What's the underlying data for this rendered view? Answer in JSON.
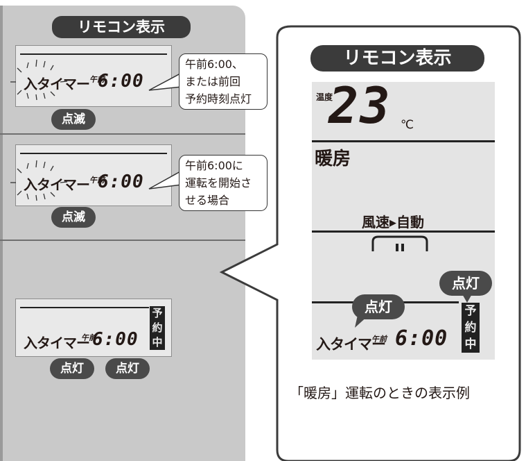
{
  "left": {
    "title": "リモコン表示",
    "panels": [
      {
        "timer_label": "入タイマー",
        "ampm": "午前",
        "time": "6:00",
        "tag": "点滅",
        "callout": [
          "午前6:00、",
          "または前回",
          "予約時刻点灯"
        ]
      },
      {
        "timer_label": "入タイマー",
        "ampm": "午前",
        "time": "6:00",
        "tag": "点滅",
        "callout": [
          "午前6:00に",
          "運転を開始さ",
          "せる場合"
        ]
      },
      {
        "timer_label": "入タイマー",
        "ampm": "午前",
        "time": "6:00",
        "reserved_chars": [
          "予",
          "約",
          "中"
        ],
        "tags": [
          "点灯",
          "点灯"
        ]
      }
    ]
  },
  "right": {
    "title": "リモコン表示",
    "temp_label": "温度",
    "temperature": "23",
    "temp_unit": "℃",
    "mode": "暖房",
    "fan_speed_label": "風速",
    "fan_speed_value": "自動",
    "lit_tag_top": "点灯",
    "lit_tag_left": "点灯",
    "timer_label": "入タイマー",
    "ampm": "午前",
    "time": "6:00",
    "reserved_chars": [
      "予",
      "約",
      "中"
    ],
    "caption": "「暖房」運転のときの表示例"
  }
}
